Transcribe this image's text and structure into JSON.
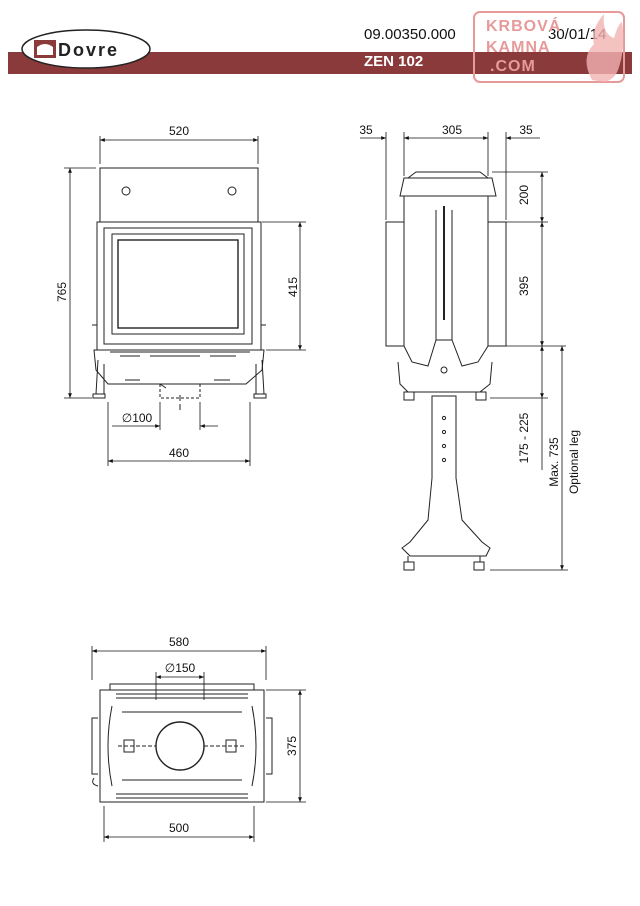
{
  "header": {
    "doc_number": "09.00350.000",
    "date": "30/01/14",
    "model": "ZEN 102",
    "brand_logo_text": "Dovre",
    "band_color": "#8a3a3a"
  },
  "watermark": {
    "line1": "KRBOVÁ",
    "line2": "KAMNA",
    "line3": ".COM",
    "color": "#e79a9a"
  },
  "front_view": {
    "width_label": "520",
    "height_label": "765",
    "glass_height_label": "415",
    "flue_label": "∅100",
    "bottom_width_label": "460"
  },
  "side_view": {
    "left_label": "35",
    "depth_label": "305",
    "right_label": "35",
    "top_label": "200",
    "body_label": "395",
    "leg_range_label": "175 - 225",
    "max_label": "Max. 735",
    "optional_label": "Optional leg"
  },
  "top_view": {
    "width_label": "580",
    "flue_label": "∅150",
    "depth_label": "375",
    "bottom_width_label": "500"
  }
}
